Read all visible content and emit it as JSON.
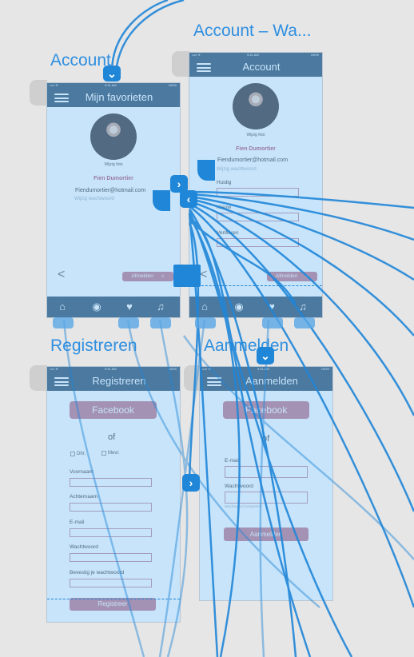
{
  "boards": {
    "account": "Account",
    "account_wa": "Account – Wa...",
    "registreren": "Registreren",
    "aanmelden": "Aanmelden"
  },
  "status": {
    "time": "9:41 AM",
    "battery": "100%",
    "signal": "•••ıl ≋"
  },
  "screen_favorieten": {
    "title": "Mijn favorieten",
    "photo_caption": "Wijzig foto",
    "name": "Fien Dumortier",
    "email": "Fiendumortier@hotmail.com",
    "change_password": "Wijzig wachtwoord",
    "logout": "Afmelden",
    "back": "<"
  },
  "screen_account": {
    "title": "Account",
    "photo_caption": "Wijzig foto",
    "name": "Fien Dumortier",
    "email": "Fiendumortier@hotmail.com",
    "change_password": "Wijzig wachtwoord",
    "current": "Huidig",
    "new": "Nieuw",
    "verify": "Verifiëren",
    "logout": "Afmelden",
    "back": "<"
  },
  "screen_registreren": {
    "title": "Registreren",
    "facebook": "Facebook",
    "or": "of",
    "mr": "Dhr.",
    "mrs": "Mevr.",
    "firstname": "Voornaam",
    "lastname": "Achternaam",
    "email": "E-mail",
    "password": "Wachtwoord",
    "confirm": "Bevestig je wachtwoord",
    "submit": "Registreer"
  },
  "screen_aanmelden": {
    "title": "Aanmelden",
    "facebook": "Facebook",
    "or": "of",
    "email": "E-mail",
    "password": "Wachtwoord",
    "forgot": "Wachtwoord vergeten?",
    "submit": "Aanmelden"
  },
  "tabbar_icons": [
    "home-icon",
    "profile-icon",
    "heart-icon",
    "music-icon"
  ],
  "colors": {
    "link": "#2086d8",
    "nav": "#1f3d5a",
    "accent": "#c06a80",
    "title": "#2f8fe0"
  }
}
